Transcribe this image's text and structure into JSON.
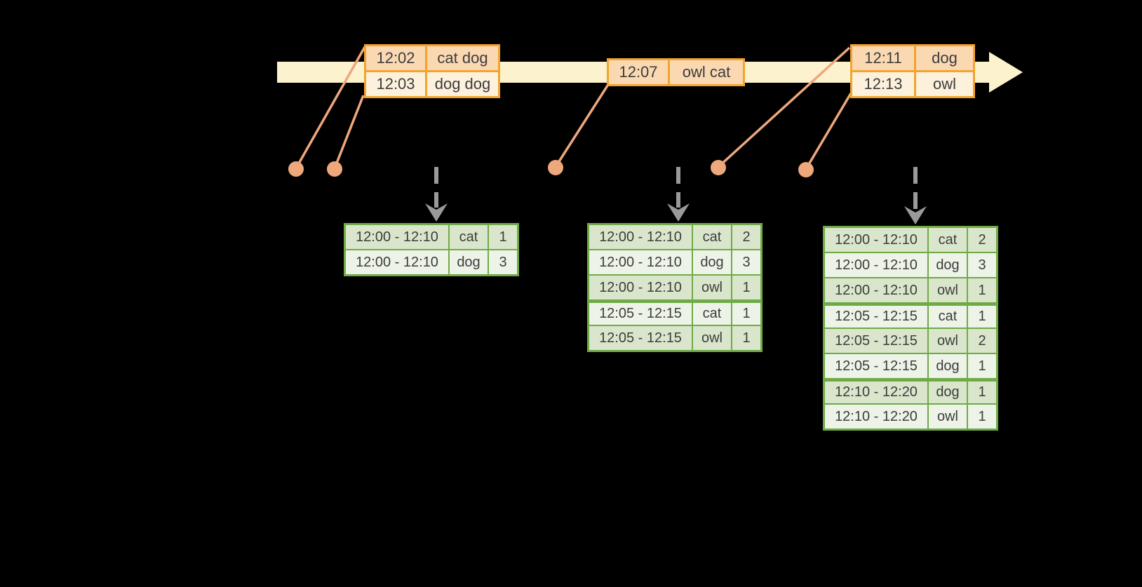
{
  "colors": {
    "background": "#000000",
    "timeline_fill": "#fcf2cd",
    "orange_border": "#f2a42c",
    "peach_dark": "#fad8b2",
    "peach_light": "#fdf1dc",
    "salmon": "#efa77c",
    "green_border": "#6faa47",
    "green_dark": "#d9e6cb",
    "green_light": "#eef3e8",
    "gray_arrow": "#9a9a9a",
    "text": "#3d3d3d"
  },
  "timeline": {
    "direction": "right",
    "event_tables": [
      {
        "rows": [
          {
            "time": "12:02",
            "words": "cat dog"
          },
          {
            "time": "12:03",
            "words": "dog dog"
          }
        ]
      },
      {
        "rows": [
          {
            "time": "12:07",
            "words": "owl cat"
          }
        ]
      },
      {
        "rows": [
          {
            "time": "12:11",
            "words": "dog"
          },
          {
            "time": "12:13",
            "words": "owl"
          }
        ]
      }
    ]
  },
  "result_tables": [
    {
      "rows": [
        {
          "window": "12:00 - 12:10",
          "word": "cat",
          "count": "1"
        },
        {
          "window": "12:00 - 12:10",
          "word": "dog",
          "count": "3"
        }
      ]
    },
    {
      "rows": [
        {
          "window": "12:00 - 12:10",
          "word": "cat",
          "count": "2"
        },
        {
          "window": "12:00 - 12:10",
          "word": "dog",
          "count": "3"
        },
        {
          "window": "12:00 - 12:10",
          "word": "owl",
          "count": "1"
        },
        {
          "window": "12:05 - 12:15",
          "word": "cat",
          "count": "1"
        },
        {
          "window": "12:05 - 12:15",
          "word": "owl",
          "count": "1"
        }
      ]
    },
    {
      "rows": [
        {
          "window": "12:00 - 12:10",
          "word": "cat",
          "count": "2"
        },
        {
          "window": "12:00 - 12:10",
          "word": "dog",
          "count": "3"
        },
        {
          "window": "12:00 - 12:10",
          "word": "owl",
          "count": "1"
        },
        {
          "window": "12:05 - 12:15",
          "word": "cat",
          "count": "1"
        },
        {
          "window": "12:05 - 12:15",
          "word": "owl",
          "count": "2"
        },
        {
          "window": "12:05 - 12:15",
          "word": "dog",
          "count": "1"
        },
        {
          "window": "12:10 - 12:20",
          "word": "dog",
          "count": "1"
        },
        {
          "window": "12:10 - 12:20",
          "word": "owl",
          "count": "1"
        }
      ]
    }
  ],
  "markers": {
    "event_dots": 5,
    "trigger_arrows": 3
  }
}
